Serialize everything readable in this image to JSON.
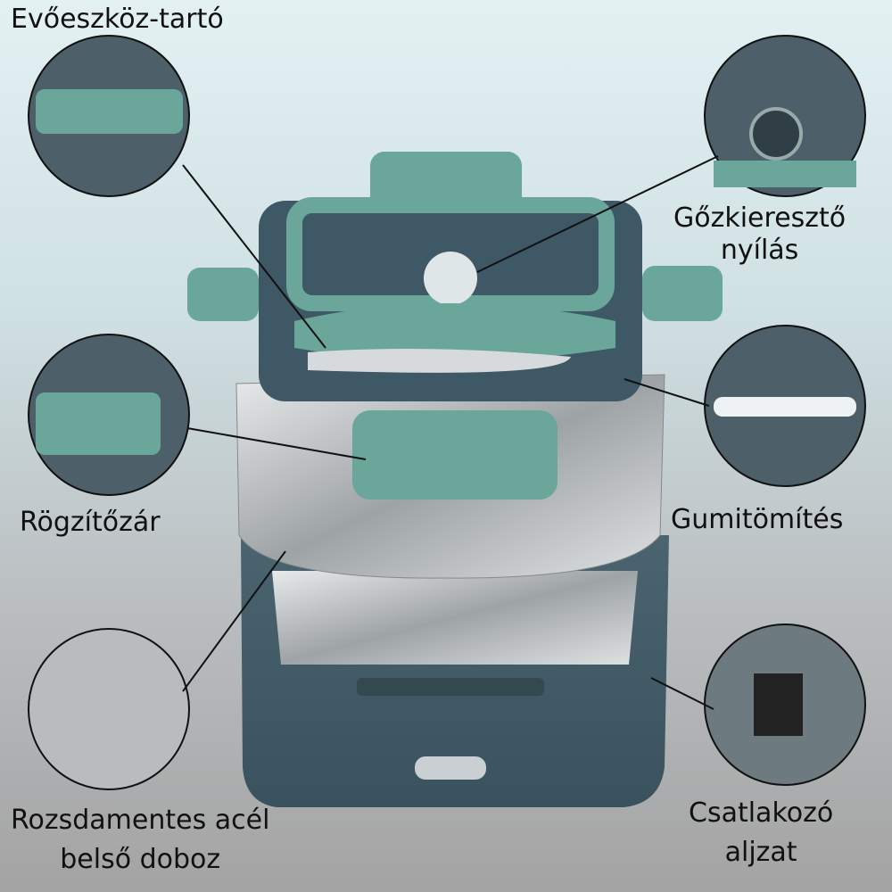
{
  "labels": {
    "cutlery_holder": "Evőeszköz-tartó",
    "steam_vent_line1": "Gőzkieresztő",
    "steam_vent_line2": "nyílás",
    "lock_clip": "Rögzítőzár",
    "rubber_seal": "Gumitömítés",
    "inner_box_line1": "Rozsdamentes acél",
    "inner_box_line2": "belső doboz",
    "connector_line1": "Csatlakozó",
    "connector_line2": "aljzat"
  },
  "colors": {
    "teal": "#6aa69a",
    "dark": "#3e5866",
    "steel": "#c4c7c9"
  }
}
